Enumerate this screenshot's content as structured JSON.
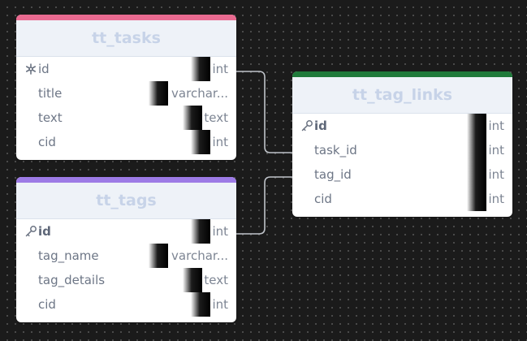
{
  "colors": {
    "tt_tasks": "#e96a90",
    "tt_tags": "#9d7be6",
    "tt_tag_links": "#1f7a3a",
    "connector": "#bfc3c9"
  },
  "tables": {
    "tt_tasks": {
      "name": "tt_tasks",
      "columns": [
        {
          "name": "id",
          "type": "int",
          "key": "snowflake-icon"
        },
        {
          "name": "title",
          "type": "varchar..."
        },
        {
          "name": "text",
          "type": "text"
        },
        {
          "name": "cid",
          "type": "int"
        }
      ]
    },
    "tt_tags": {
      "name": "tt_tags",
      "columns": [
        {
          "name": "id",
          "type": "int",
          "key": "key-icon"
        },
        {
          "name": "tag_name",
          "type": "varchar..."
        },
        {
          "name": "tag_details",
          "type": "text"
        },
        {
          "name": "cid",
          "type": "int"
        }
      ]
    },
    "tt_tag_links": {
      "name": "tt_tag_links",
      "columns": [
        {
          "name": "id",
          "type": "int",
          "key": "key-icon"
        },
        {
          "name": "task_id",
          "type": "int"
        },
        {
          "name": "tag_id",
          "type": "int"
        },
        {
          "name": "cid",
          "type": "int"
        }
      ]
    }
  },
  "relations": [
    {
      "from": "tt_tasks.id",
      "to": "tt_tag_links.task_id"
    },
    {
      "from": "tt_tags.id",
      "to": "tt_tag_links.tag_id"
    }
  ]
}
